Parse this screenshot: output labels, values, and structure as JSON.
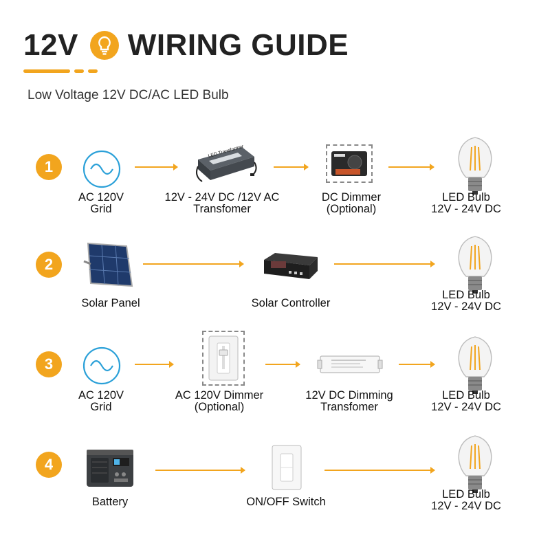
{
  "header": {
    "title_left": "12V",
    "title_right": "WIRING GUIDE",
    "subtitle": "Low Voltage 12V DC/AC LED Bulb",
    "title_icon": "lightbulb-icon",
    "accent_color": "#f2a51e"
  },
  "rows": [
    {
      "number": "1",
      "labels": [
        [
          "AC 120V",
          "Grid"
        ],
        [
          "12V - 24V DC /12V AC",
          "Transfomer"
        ],
        [
          "DC Dimmer",
          "(Optional)"
        ],
        [
          "LED Bulb",
          "12V - 24V DC"
        ]
      ],
      "transformer_text": "LED Transformer"
    },
    {
      "number": "2",
      "labels": [
        [
          "Solar Panel"
        ],
        [
          "Solar Controller"
        ],
        [
          "LED Bulb",
          "12V - 24V DC"
        ]
      ]
    },
    {
      "number": "3",
      "labels": [
        [
          "AC 120V",
          "Grid"
        ],
        [
          "AC 120V Dimmer",
          "(Optional)"
        ],
        [
          "12V DC Dimming",
          "Transfomer"
        ],
        [
          "LED Bulb",
          "12V - 24V DC"
        ]
      ]
    },
    {
      "number": "4",
      "labels": [
        [
          "Battery"
        ],
        [
          "ON/OFF Switch"
        ],
        [
          "LED Bulb",
          "12V - 24V DC"
        ]
      ]
    }
  ]
}
